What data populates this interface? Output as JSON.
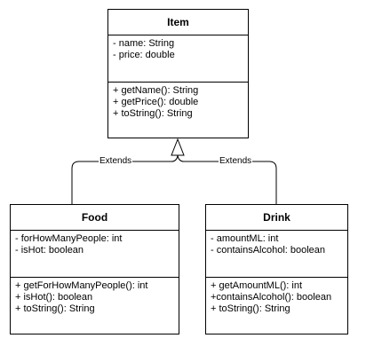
{
  "classes": {
    "item": {
      "name": "Item",
      "attributes": [
        "- name: String",
        "- price: double"
      ],
      "methods": [
        "+ getName(): String",
        "+ getPrice(): double",
        "+ toString(): String"
      ]
    },
    "food": {
      "name": "Food",
      "attributes": [
        "- forHowManyPeople: int",
        "- isHot: boolean"
      ],
      "methods": [
        "+ getForHowManyPeople(): int",
        "+ isHot(): boolean",
        "+ toString(): String"
      ]
    },
    "drink": {
      "name": "Drink",
      "attributes": [
        "- amountML: int",
        "- containsAlcohol: boolean"
      ],
      "methods": [
        "+ getAmountML(): int",
        "+containsAlcohol(): boolean",
        "+ toString(): String"
      ]
    }
  },
  "relations": {
    "food_to_item": "Extends",
    "drink_to_item": "Extends"
  }
}
